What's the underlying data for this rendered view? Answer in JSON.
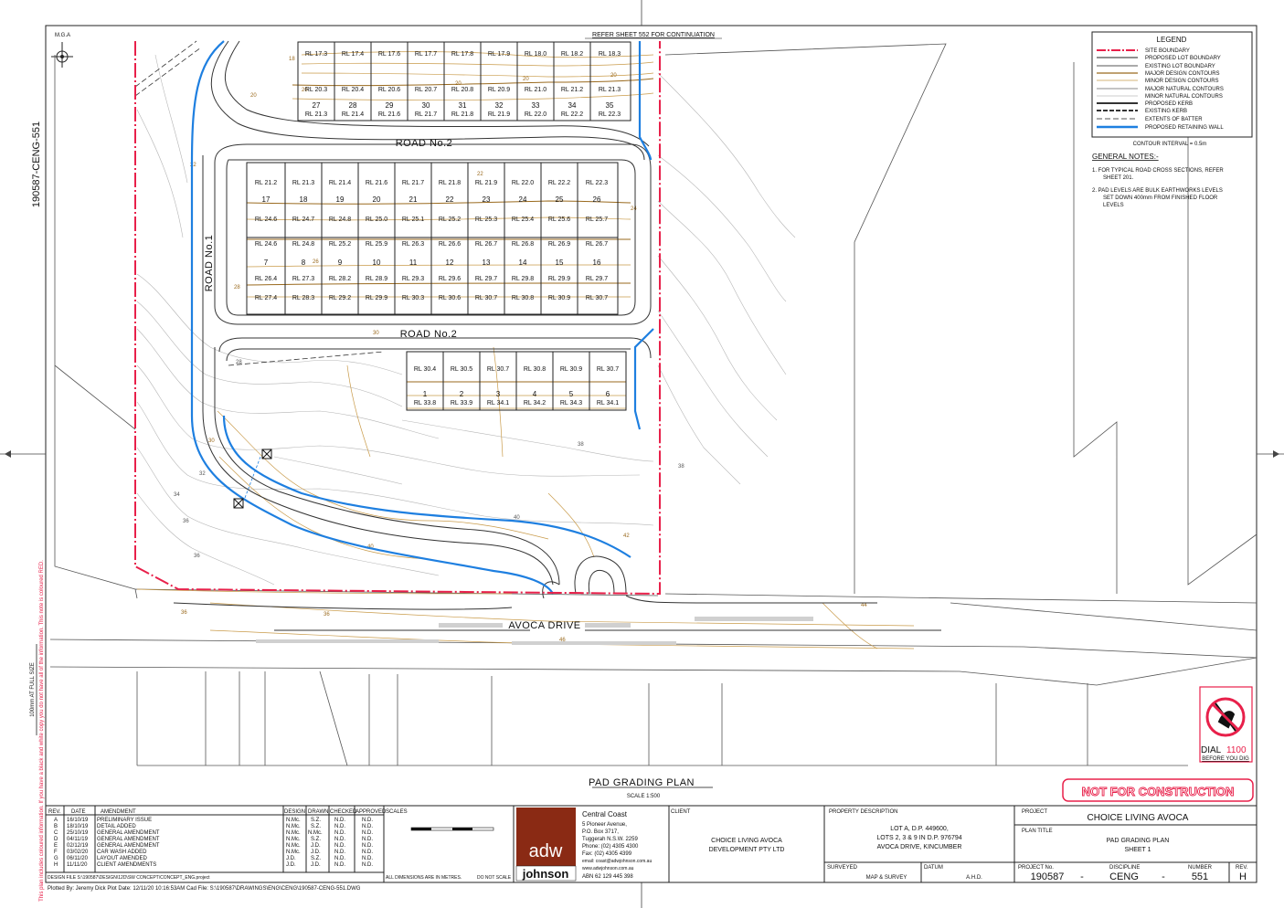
{
  "drawing_ref": "190587-CENG-551",
  "north": "M.G.A",
  "refer_sheet": "REFER SHEET 552 FOR CONTINUATION",
  "roads": {
    "road_no1": "ROAD No.1",
    "road_no2_top": "ROAD No.2",
    "road_no2_bottom": "ROAD No.2",
    "avoca": "AVOCA DRIVE"
  },
  "lots": [
    {
      "n": "27",
      "rl_a": "RL 17.3",
      "rl_b": "RL 20.3",
      "rl_c": "RL 21.3"
    },
    {
      "n": "28",
      "rl_a": "RL 17.4",
      "rl_b": "RL 20.4",
      "rl_c": "RL 21.4"
    },
    {
      "n": "29",
      "rl_a": "RL 17.6",
      "rl_b": "RL 20.6",
      "rl_c": "RL 21.6"
    },
    {
      "n": "30",
      "rl_a": "RL 17.7",
      "rl_b": "RL 20.7",
      "rl_c": "RL 21.7"
    },
    {
      "n": "31",
      "rl_a": "RL 17.8",
      "rl_b": "RL 20.8",
      "rl_c": "RL 21.8"
    },
    {
      "n": "32",
      "rl_a": "RL 17.9",
      "rl_b": "RL 20.9",
      "rl_c": "RL 21.9"
    },
    {
      "n": "33",
      "rl_a": "RL 18.0",
      "rl_b": "RL 21.0",
      "rl_c": "RL 22.0"
    },
    {
      "n": "34",
      "rl_a": "RL 18.2",
      "rl_b": "RL 21.2",
      "rl_c": "RL 22.2"
    },
    {
      "n": "35",
      "rl_a": "RL 18.3",
      "rl_b": "RL 21.3",
      "rl_c": "RL 22.3"
    }
  ],
  "lots_mid_top": [
    {
      "n": "17",
      "rl_a": "RL 21.2",
      "rl_b": "RL 24.6"
    },
    {
      "n": "18",
      "rl_a": "RL 21.3",
      "rl_b": "RL 24.7"
    },
    {
      "n": "19",
      "rl_a": "RL 21.4",
      "rl_b": "RL 24.8"
    },
    {
      "n": "20",
      "rl_a": "RL 21.6",
      "rl_b": "RL 25.0"
    },
    {
      "n": "21",
      "rl_a": "RL 21.7",
      "rl_b": "RL 25.1"
    },
    {
      "n": "22",
      "rl_a": "RL 21.8",
      "rl_b": "RL 25.2"
    },
    {
      "n": "23",
      "rl_a": "RL 21.9",
      "rl_b": "RL 25.3"
    },
    {
      "n": "24",
      "rl_a": "RL 22.0",
      "rl_b": "RL 25.4"
    },
    {
      "n": "25",
      "rl_a": "RL 22.2",
      "rl_b": "RL 25.6"
    },
    {
      "n": "26",
      "rl_a": "RL 22.3",
      "rl_b": "RL 25.7"
    }
  ],
  "lots_mid_bottom": [
    {
      "n": "7",
      "rl_a": "RL 24.6",
      "rl_b": "RL 26.4",
      "rl_c": "RL 27.4"
    },
    {
      "n": "8",
      "rl_a": "RL 24.8",
      "rl_b": "RL 27.3",
      "rl_c": "RL 28.3"
    },
    {
      "n": "9",
      "rl_a": "RL 25.2",
      "rl_b": "RL 28.2",
      "rl_c": "RL 29.2"
    },
    {
      "n": "10",
      "rl_a": "RL 25.9",
      "rl_b": "RL 28.9",
      "rl_c": "RL 29.9"
    },
    {
      "n": "11",
      "rl_a": "RL 26.3",
      "rl_b": "RL 29.3",
      "rl_c": "RL 30.3"
    },
    {
      "n": "12",
      "rl_a": "RL 26.6",
      "rl_b": "RL 29.6",
      "rl_c": "RL 30.6"
    },
    {
      "n": "13",
      "rl_a": "RL 26.7",
      "rl_b": "RL 29.7",
      "rl_c": "RL 30.7"
    },
    {
      "n": "14",
      "rl_a": "RL 26.8",
      "rl_b": "RL 29.8",
      "rl_c": "RL 30.8"
    },
    {
      "n": "15",
      "rl_a": "RL 26.9",
      "rl_b": "RL 29.9",
      "rl_c": "RL 30.9"
    },
    {
      "n": "16",
      "rl_a": "RL 26.7",
      "rl_b": "RL 29.7",
      "rl_c": "RL 30.7"
    }
  ],
  "lots_south": [
    {
      "n": "1",
      "rl_a": "RL 30.4",
      "rl_b": "RL 33.8"
    },
    {
      "n": "2",
      "rl_a": "RL 30.5",
      "rl_b": "RL 33.9"
    },
    {
      "n": "3",
      "rl_a": "RL 30.7",
      "rl_b": "RL 34.1"
    },
    {
      "n": "4",
      "rl_a": "RL 30.8",
      "rl_b": "RL 34.2"
    },
    {
      "n": "5",
      "rl_a": "RL 30.9",
      "rl_b": "RL 34.3"
    },
    {
      "n": "6",
      "rl_a": "RL 30.7",
      "rl_b": "RL 34.1"
    }
  ],
  "legend": {
    "title": "LEGEND",
    "items": [
      {
        "label": "SITE BOUNDARY",
        "color": "#e8204a"
      },
      {
        "label": "PROPOSED LOT BOUNDARY",
        "color": "#222222"
      },
      {
        "label": "EXISTING LOT BOUNDARY",
        "color": "#555555"
      },
      {
        "label": "MAJOR DESIGN CONTOURS",
        "color": "#9a6a1e"
      },
      {
        "label": "MINOR DESIGN CONTOURS",
        "color": "#c99b4a"
      },
      {
        "label": "MAJOR NATURAL CONTOURS",
        "color": "#888888"
      },
      {
        "label": "MINOR NATURAL CONTOURS",
        "color": "#bbbbbb"
      },
      {
        "label": "PROPOSED KERB",
        "color": "#333333"
      },
      {
        "label": "EXISTING KERB",
        "color": "#333333"
      },
      {
        "label": "EXTENTS OF BATTER",
        "color": "#555555"
      },
      {
        "label": "PROPOSED RETAINING WALL",
        "color": "#1e7fe0"
      }
    ],
    "contour_interval": "CONTOUR INTERVAL = 0.5m"
  },
  "notes": {
    "title": "GENERAL NOTES:-",
    "n1_a": "1.   FOR TYPICAL ROAD CROSS SECTIONS, REFER",
    "n1_b": "SHEET 201.",
    "n2_a": "2.   PAD LEVELS ARE BULK EARTHWORKS LEVELS",
    "n2_b": "SET DOWN 400mm FROM FINISHED FLOOR",
    "n2_c": "LEVELS"
  },
  "dial": {
    "prefix": "DIAL",
    "number": "1100",
    "sub": "BEFORE YOU DIG"
  },
  "plan_title": "PAD GRADING PLAN",
  "scale": "SCALE 1:500",
  "not_for_construction": "NOT FOR CONSTRUCTION",
  "side_note": "This plan includes coloured information. If you have a black and white copy you do not have all of the information. This note is coloured RED.",
  "side_size": "100mm AT FULL SIZE",
  "revisions": {
    "headers": {
      "rev": "REV.",
      "date": "DATE",
      "amend": "AMENDMENT",
      "design": "DESIGN",
      "drawn": "DRAWN",
      "checked": "CHECKED",
      "approved": "APPROVED",
      "scales": "SCALES"
    },
    "rows": [
      {
        "rev": "A",
        "date": "16/10/19",
        "amend": "PRELIMINARY ISSUE",
        "design": "N.Mc.",
        "drawn": "S.Z.",
        "checked": "N.D.",
        "approved": "N.D."
      },
      {
        "rev": "B",
        "date": "18/10/19",
        "amend": "DETAIL ADDED",
        "design": "N.Mc.",
        "drawn": "S.Z.",
        "checked": "N.D.",
        "approved": "N.D."
      },
      {
        "rev": "C",
        "date": "25/10/19",
        "amend": "GENERAL AMENDMENT",
        "design": "N.Mc.",
        "drawn": "N.Mc.",
        "checked": "N.D.",
        "approved": "N.D."
      },
      {
        "rev": "D",
        "date": "04/11/19",
        "amend": "GENERAL AMENDMENT",
        "design": "N.Mc.",
        "drawn": "S.Z.",
        "checked": "N.D.",
        "approved": "N.D."
      },
      {
        "rev": "E",
        "date": "02/12/19",
        "amend": "GENERAL AMENDMENT",
        "design": "N.Mc.",
        "drawn": "J.D.",
        "checked": "N.D.",
        "approved": "N.D."
      },
      {
        "rev": "F",
        "date": "03/02/20",
        "amend": "CAR WASH ADDED",
        "design": "N.Mc.",
        "drawn": "J.D.",
        "checked": "N.D.",
        "approved": "N.D."
      },
      {
        "rev": "G",
        "date": "06/11/20",
        "amend": "LAYOUT AMENDED",
        "design": "J.D.",
        "drawn": "S.Z.",
        "checked": "N.D.",
        "approved": "N.D."
      },
      {
        "rev": "H",
        "date": "11/11/20",
        "amend": "CLIENT AMENDMENTS",
        "design": "J.D.",
        "drawn": "J.D.",
        "checked": "N.D.",
        "approved": "N.D."
      }
    ],
    "design_file": "DESIGN FILE   S:\\190587\\DESIGN\\12D\\SW CONCEPT\\CONCEPT_ENG.project",
    "all_dims": "ALL DIMENSIONS ARE IN METRES.",
    "do_not_scale": "DO NOT SCALE"
  },
  "plotted": "Plotted By:  Jeremy Dick   Plot Date:  12/11/20 10:16:53AM   Cad File:  S:\\190587\\DRAWINGS\\ENG\\CENG\\190587-CENG-551.DWG",
  "company": {
    "logo_top": "adw",
    "logo_bottom": "johnson",
    "office": "Central Coast",
    "addr1": "5 Pioneer Avenue,",
    "addr2": "P.O. Box 3717,",
    "addr3": "Tuggerah N.S.W.  2259",
    "phone": "Phone:  (02)  4305 4300",
    "fax": "Fax:    (02)  4305 4399",
    "email": "email: coast@adwjohnson.com.au",
    "web": "www.adwjohnson.com.au",
    "abn": "ABN   62 129 445 398"
  },
  "client": {
    "label": "CLIENT",
    "line1": "CHOICE LIVING AVOCA",
    "line2": "DEVELOPMENT PTY LTD"
  },
  "property": {
    "label": "PROPERTY DESCRIPTION",
    "line1": "LOT A, D.P. 449600,",
    "line2": "LOTS 2, 3 & 9 IN D.P. 976794",
    "line3": "AVOCA DRIVE, KINCUMBER"
  },
  "surveyed": {
    "label": "SURVEYED",
    "value": "MAP & SURVEY"
  },
  "datum": {
    "label": "DATUM",
    "value": "A.H.D."
  },
  "project": {
    "label": "PROJECT",
    "value": "CHOICE LIVING AVOCA"
  },
  "plan_block": {
    "label": "PLAN TITLE",
    "line1": "PAD GRADING PLAN",
    "line2": "SHEET 1"
  },
  "numbers": {
    "project_label": "PROJECT No.",
    "project": "190587",
    "discipline_label": "DISCIPLINE",
    "discipline": "CENG",
    "number_label": "NUMBER",
    "number": "551",
    "rev_label": "REV.",
    "rev": "H",
    "dash": "-"
  }
}
